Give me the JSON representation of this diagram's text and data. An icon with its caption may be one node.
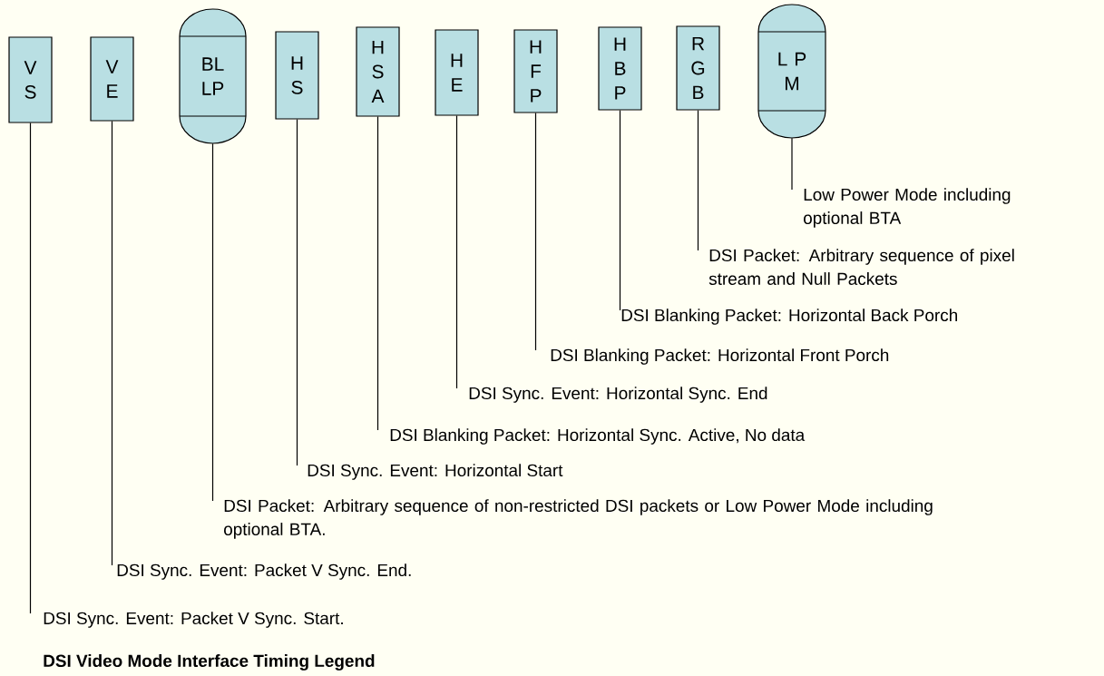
{
  "diagram": {
    "caption": "DSI Video Mode Interface Timing Legend",
    "nodes": [
      {
        "text": [
          "V S"
        ]
      },
      {
        "text": [
          "V E"
        ]
      },
      {
        "text": [
          "BL LP"
        ]
      },
      {
        "text": [
          "H S"
        ]
      },
      {
        "text": [
          "H S A"
        ]
      },
      {
        "text": [
          "H E"
        ]
      },
      {
        "text": [
          "H F P"
        ]
      },
      {
        "text": [
          "H B P"
        ]
      },
      {
        "text": [
          "R G B"
        ]
      },
      {
        "text": [
          "L P M"
        ]
      },
      {
        "text": [
          "Low Power Mode including optional BTA"
        ]
      },
      {
        "text": [
          "DSI Packet: Arbitrary sequence of pixel stream and Null Packets"
        ]
      },
      {
        "text": [
          "DSI Blanking Packet: Horizontal Back Porch"
        ]
      },
      {
        "text": [
          "DSI Blanking Packet: Horizontal Front Porch"
        ]
      },
      {
        "text": [
          "DSI Sync. Event: Horizontal Sync. End"
        ]
      },
      {
        "text": [
          "DSI Blanking Packet: Horizontal Sync. Active, No data"
        ]
      },
      {
        "text": [
          "DSI Sync. Event: Horizontal Start"
        ]
      },
      {
        "text": [
          "DSI Packet: Arbitrary sequence of non-restricted DSI packets or Low Power Mode including optional BTA."
        ]
      },
      {
        "text": [
          "DSI Sync. Event: Packet V Sync. End."
        ]
      },
      {
        "text": [
          "DSI Sync. Event: Packet V Sync. Start."
        ]
      }
    ],
    "edges": [
      {
        "from": 9,
        "to": 10,
        "arrow": "none"
      },
      {
        "from": 8,
        "to": 11,
        "arrow": "none"
      },
      {
        "from": 7,
        "to": 12,
        "arrow": "none"
      },
      {
        "from": 6,
        "to": 13,
        "arrow": "none"
      },
      {
        "from": 5,
        "to": 14,
        "arrow": "none"
      },
      {
        "from": 4,
        "to": 15,
        "arrow": "none"
      },
      {
        "from": 3,
        "to": 16,
        "arrow": "none"
      },
      {
        "from": 2,
        "to": 17,
        "arrow": "none"
      },
      {
        "from": 1,
        "to": 18,
        "arrow": "none"
      },
      {
        "from": 0,
        "to": 19,
        "arrow": "none"
      }
    ]
  }
}
